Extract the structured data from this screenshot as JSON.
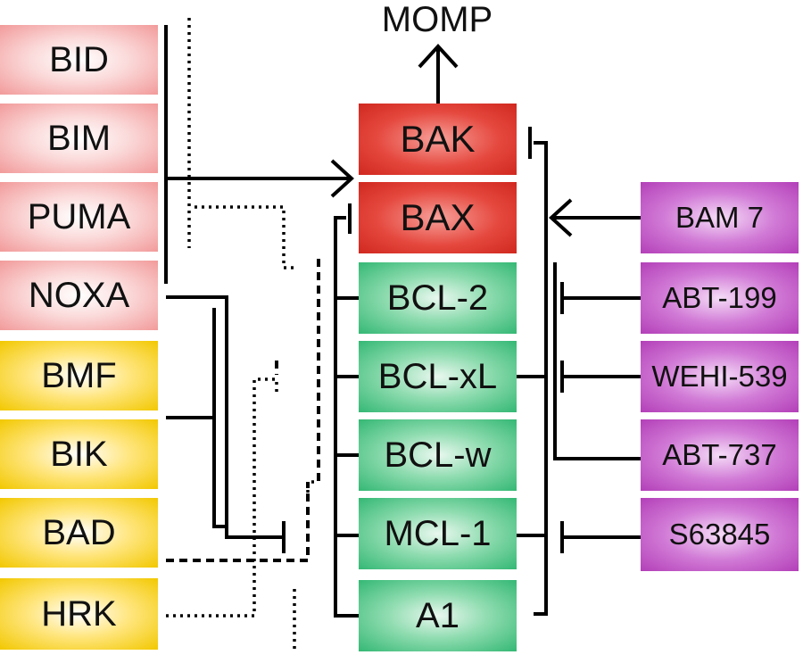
{
  "title": "MOMP",
  "bh3_activators": [
    "BID",
    "BIM",
    "PUMA"
  ],
  "bh3_sensitizers": [
    "NOXA",
    "BMF",
    "BIK",
    "BAD",
    "HRK"
  ],
  "effectors": [
    "BAK",
    "BAX"
  ],
  "anti_apoptotic": [
    "BCL-2",
    "BCL-xL",
    "BCL-w",
    "MCL-1",
    "A1"
  ],
  "drugs": [
    "BAM 7",
    "ABT-199",
    "WEHI-539",
    "ABT-737",
    "S63845"
  ],
  "colors": {
    "activator": "#f29a9a",
    "sensitizer": "#f2c800",
    "effector": "#d0281f",
    "anti_apoptotic": "#34b874",
    "drug": "#b33fb8",
    "line": "#000000"
  }
}
